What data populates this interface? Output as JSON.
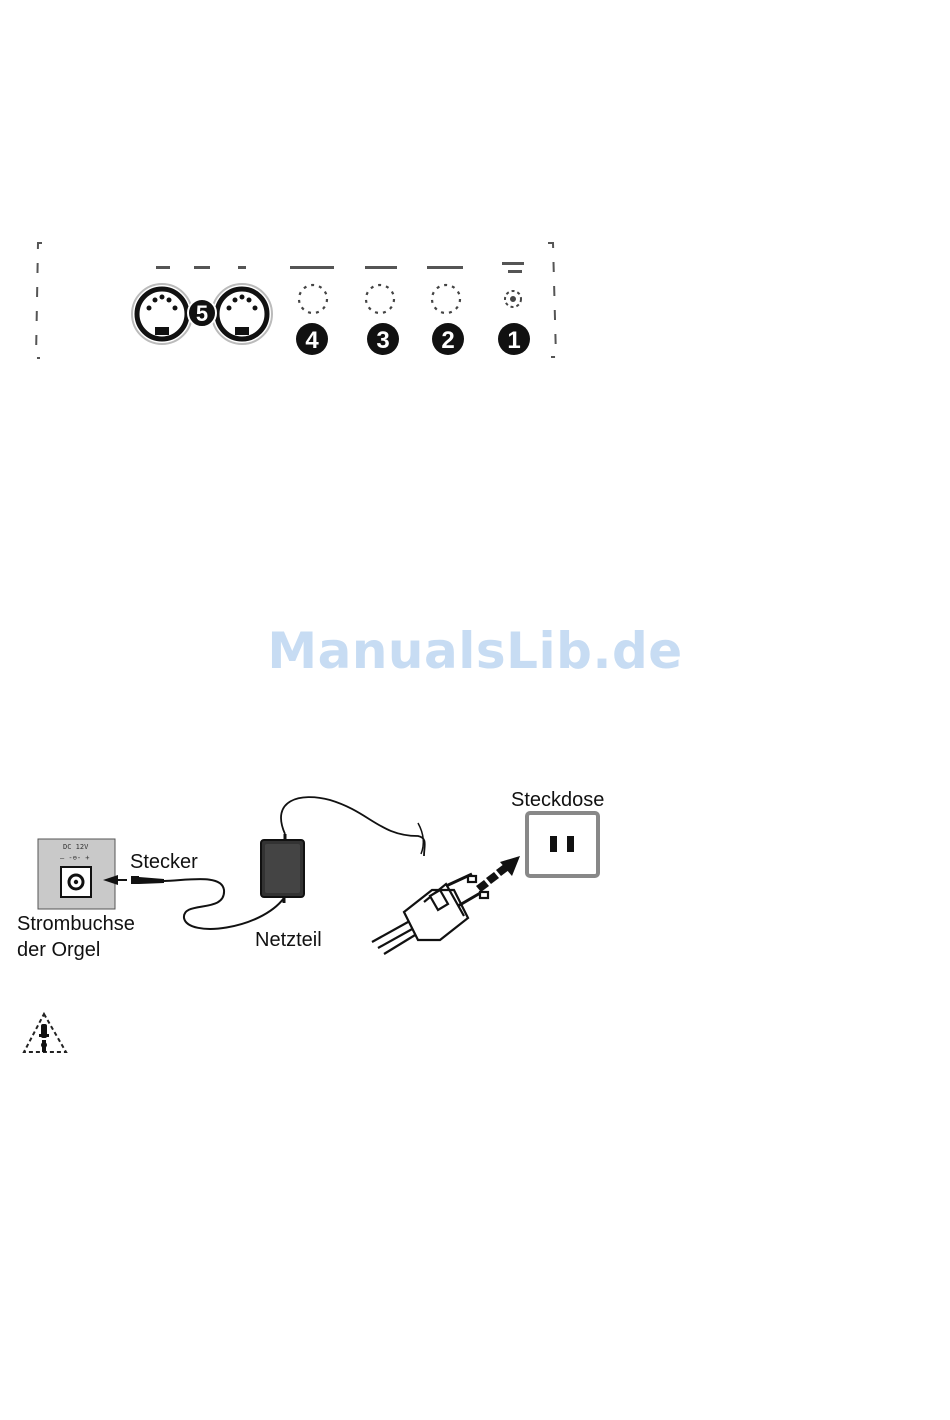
{
  "watermark": {
    "text": "ManualsLib.de"
  },
  "panel": {
    "badges": [
      "5",
      "4",
      "3",
      "2",
      "1"
    ],
    "jack_note": "DC 12V",
    "jack_polarity": "– -⊖- +"
  },
  "power_diagram": {
    "socket_label": "Steckdose",
    "plug_label": "Stecker",
    "jack_label_line1": "Strombuchse",
    "jack_label_line2": "der Orgel",
    "adapter_label": "Netzteil"
  },
  "icons": [
    "caution-triangle-icon",
    "din-socket-icon",
    "jack-socket-icon",
    "wall-outlet-icon",
    "power-adapter-icon",
    "mains-plug-icon"
  ]
}
